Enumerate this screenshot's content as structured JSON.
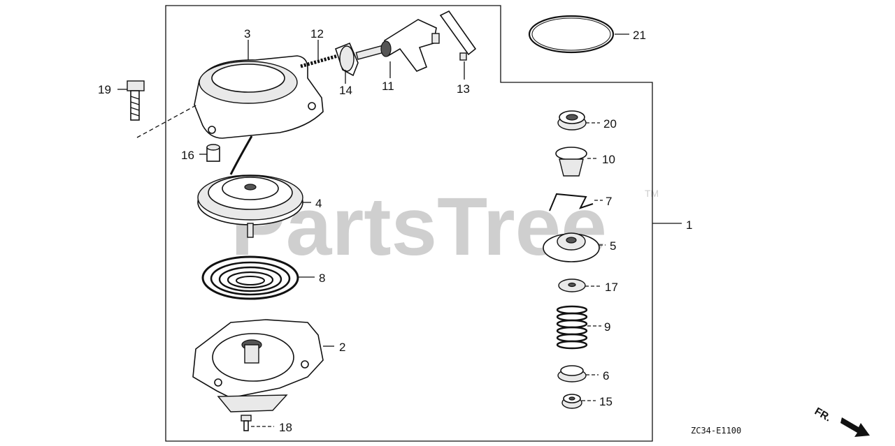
{
  "watermark": {
    "text": "PartsTree",
    "trademark": "TM"
  },
  "diagram_code": "ZC34-E1100",
  "direction_marker": "FR.",
  "callouts": {
    "c1": "1",
    "c2": "2",
    "c3": "3",
    "c4": "4",
    "c5": "5",
    "c6": "6",
    "c7": "7",
    "c8": "8",
    "c9": "9",
    "c10": "10",
    "c11": "11",
    "c12": "12",
    "c13": "13",
    "c14": "14",
    "c15": "15",
    "c16": "16",
    "c17": "17",
    "c18": "18",
    "c19": "19",
    "c20": "20",
    "c21": "21"
  },
  "colors": {
    "ink": "#111111",
    "watermark": "#cfcfcf",
    "background": "#ffffff"
  }
}
